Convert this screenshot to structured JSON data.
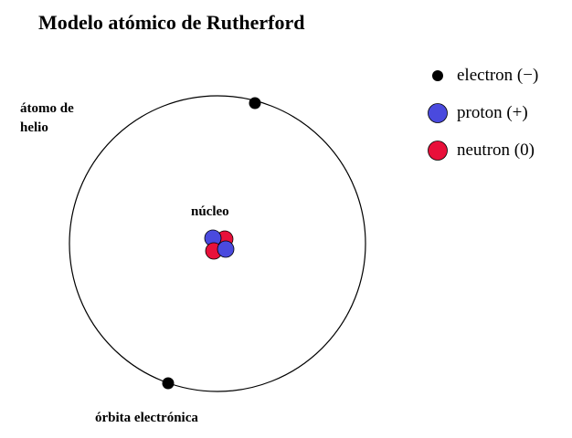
{
  "title": "Modelo atómico de Rutherford",
  "labels": {
    "atom_line1": "átomo de",
    "atom_line2": "helio",
    "nucleus": "núcleo",
    "orbit": "órbita electrónica"
  },
  "legend": [
    {
      "text": "electron (−)",
      "icon": "electron-icon",
      "color": "#000000"
    },
    {
      "text": "proton (+)",
      "icon": "proton-icon",
      "color": "#4a4ade"
    },
    {
      "text": "neutron (0)",
      "icon": "neutron-icon",
      "color": "#e8103a"
    }
  ],
  "colors": {
    "electron": "#000000",
    "proton": "#4a4ade",
    "neutron": "#e8103a",
    "orbit": "#000000"
  }
}
